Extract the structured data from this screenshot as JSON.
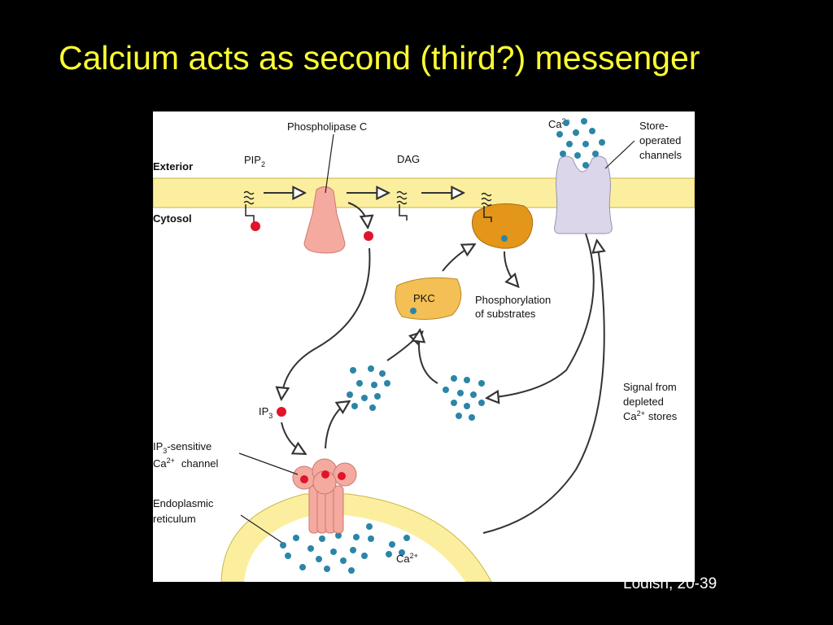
{
  "slide": {
    "title": "Calcium acts as second (third?) messenger",
    "citation": "Lodish, 20-39"
  },
  "diagram": {
    "labels": {
      "phospholipase_c": "Phospholipase C",
      "exterior": "Exterior",
      "cytosol": "Cytosol",
      "pip2_main": "PIP",
      "pip2_sub": "2",
      "dag": "DAG",
      "pkc": "PKC",
      "phosphorylation_line1": "Phosphorylation",
      "phosphorylation_line2": "of substrates",
      "ip3_main": "IP",
      "ip3_sub": "3",
      "ip3_channel_line1_main": "IP",
      "ip3_channel_line1_sub": "3",
      "ip3_channel_line1_rest": "-sensitive",
      "ip3_channel_line2_main": "Ca",
      "ip3_channel_line2_sup": "2+",
      "ip3_channel_line2_rest": "channel",
      "er_line1": "Endoplasmic",
      "er_line2": "reticulum",
      "ca_top_main": "Ca",
      "ca_top_sup": "2+",
      "ca_er_main": "Ca",
      "ca_er_sup": "2+",
      "store_line1": "Store-",
      "store_line2": "operated",
      "store_line3": "channels",
      "signal_line1": "Signal from",
      "signal_line2": "depleted",
      "signal_line3_main": "Ca",
      "signal_line3_sup": "2+",
      "signal_line3_rest": "stores"
    },
    "colors": {
      "membrane": "#fbef9f",
      "membrane_edge": "#c9b64a",
      "phospholipase": "#f5aaa0",
      "ip3": "#e0142a",
      "calcium": "#2b85a8",
      "pkc": "#f4bf55",
      "pkc_active": "#e3961a",
      "store_channel": "#dcd6ea",
      "title": "#ffff33"
    }
  }
}
